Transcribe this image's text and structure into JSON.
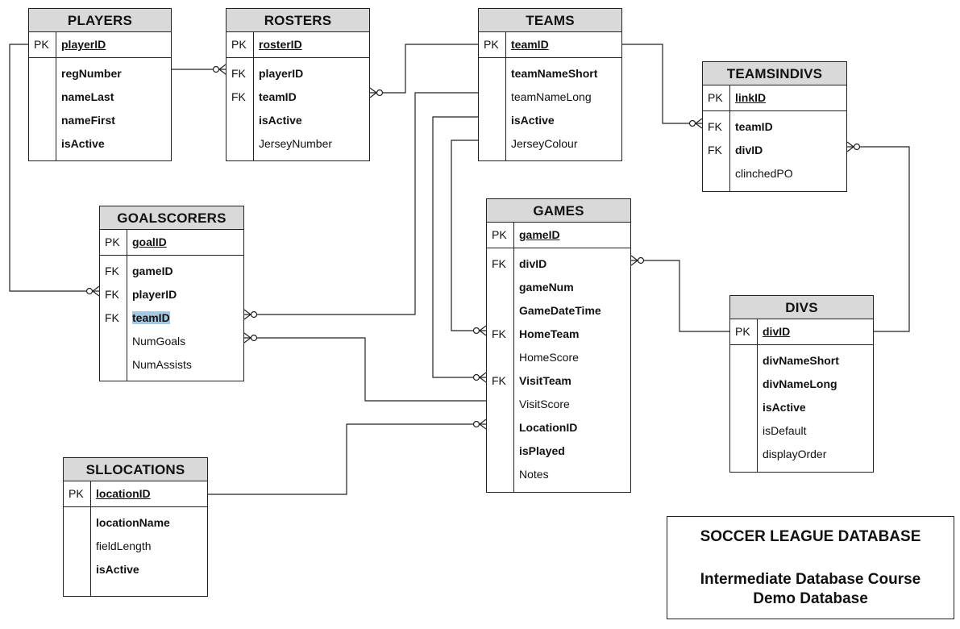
{
  "entities": {
    "players": {
      "name": "PLAYERS",
      "pk": {
        "label": "PK",
        "field": "playerID"
      },
      "fields": [
        {
          "key": "",
          "name": "regNumber",
          "bold": true
        },
        {
          "key": "",
          "name": "nameLast",
          "bold": true
        },
        {
          "key": "",
          "name": "nameFirst",
          "bold": true
        },
        {
          "key": "",
          "name": "isActive",
          "bold": true
        }
      ]
    },
    "rosters": {
      "name": "ROSTERS",
      "pk": {
        "label": "PK",
        "field": "rosterID"
      },
      "fields": [
        {
          "key": "FK",
          "name": "playerID",
          "bold": true
        },
        {
          "key": "FK",
          "name": "teamID",
          "bold": true
        },
        {
          "key": "",
          "name": "isActive",
          "bold": true
        },
        {
          "key": "",
          "name": "JerseyNumber",
          "bold": false
        }
      ]
    },
    "teams": {
      "name": "TEAMS",
      "pk": {
        "label": "PK",
        "field": "teamID"
      },
      "fields": [
        {
          "key": "",
          "name": "teamNameShort",
          "bold": true
        },
        {
          "key": "",
          "name": "teamNameLong",
          "bold": false
        },
        {
          "key": "",
          "name": "isActive",
          "bold": true
        },
        {
          "key": "",
          "name": "JerseyColour",
          "bold": false
        }
      ]
    },
    "teamsindivs": {
      "name": "TEAMSINDIVS",
      "pk": {
        "label": "PK",
        "field": "linkID"
      },
      "fields": [
        {
          "key": "FK",
          "name": "teamID",
          "bold": true
        },
        {
          "key": "FK",
          "name": "divID",
          "bold": true
        },
        {
          "key": "",
          "name": "clinchedPO",
          "bold": false
        }
      ]
    },
    "goalscorers": {
      "name": "GOALSCORERS",
      "pk": {
        "label": "PK",
        "field": "goalID"
      },
      "fields": [
        {
          "key": "FK",
          "name": "gameID",
          "bold": true
        },
        {
          "key": "FK",
          "name": "playerID",
          "bold": true
        },
        {
          "key": "FK",
          "name": "teamID",
          "bold": true,
          "highlight": true
        },
        {
          "key": "",
          "name": "NumGoals",
          "bold": false
        },
        {
          "key": "",
          "name": "NumAssists",
          "bold": false
        }
      ]
    },
    "games": {
      "name": "GAMES",
      "pk": {
        "label": "PK",
        "field": "gameID"
      },
      "fields": [
        {
          "key": "FK",
          "name": "divID",
          "bold": true
        },
        {
          "key": "",
          "name": "gameNum",
          "bold": true
        },
        {
          "key": "",
          "name": "GameDateTime",
          "bold": true
        },
        {
          "key": "FK",
          "name": "HomeTeam",
          "bold": true
        },
        {
          "key": "",
          "name": "HomeScore",
          "bold": false
        },
        {
          "key": "FK",
          "name": "VisitTeam",
          "bold": true
        },
        {
          "key": "",
          "name": "VisitScore",
          "bold": false
        },
        {
          "key": "",
          "name": "LocationID",
          "bold": true
        },
        {
          "key": "",
          "name": "isPlayed",
          "bold": true
        },
        {
          "key": "",
          "name": "Notes",
          "bold": false
        }
      ]
    },
    "divs": {
      "name": "DIVS",
      "pk": {
        "label": "PK",
        "field": "divID"
      },
      "fields": [
        {
          "key": "",
          "name": "divNameShort",
          "bold": true
        },
        {
          "key": "",
          "name": "divNameLong",
          "bold": true
        },
        {
          "key": "",
          "name": "isActive",
          "bold": true
        },
        {
          "key": "",
          "name": "isDefault",
          "bold": false
        },
        {
          "key": "",
          "name": "displayOrder",
          "bold": false
        }
      ]
    },
    "sllocations": {
      "name": "SLLOCATIONS",
      "pk": {
        "label": "PK",
        "field": "locationID"
      },
      "fields": [
        {
          "key": "",
          "name": "locationName",
          "bold": true
        },
        {
          "key": "",
          "name": "fieldLength",
          "bold": false
        },
        {
          "key": "",
          "name": "isActive",
          "bold": true
        }
      ]
    }
  },
  "title_box": {
    "line1": "SOCCER LEAGUE DATABASE",
    "line2": "Intermediate Database Course",
    "line3": "Demo Database"
  }
}
